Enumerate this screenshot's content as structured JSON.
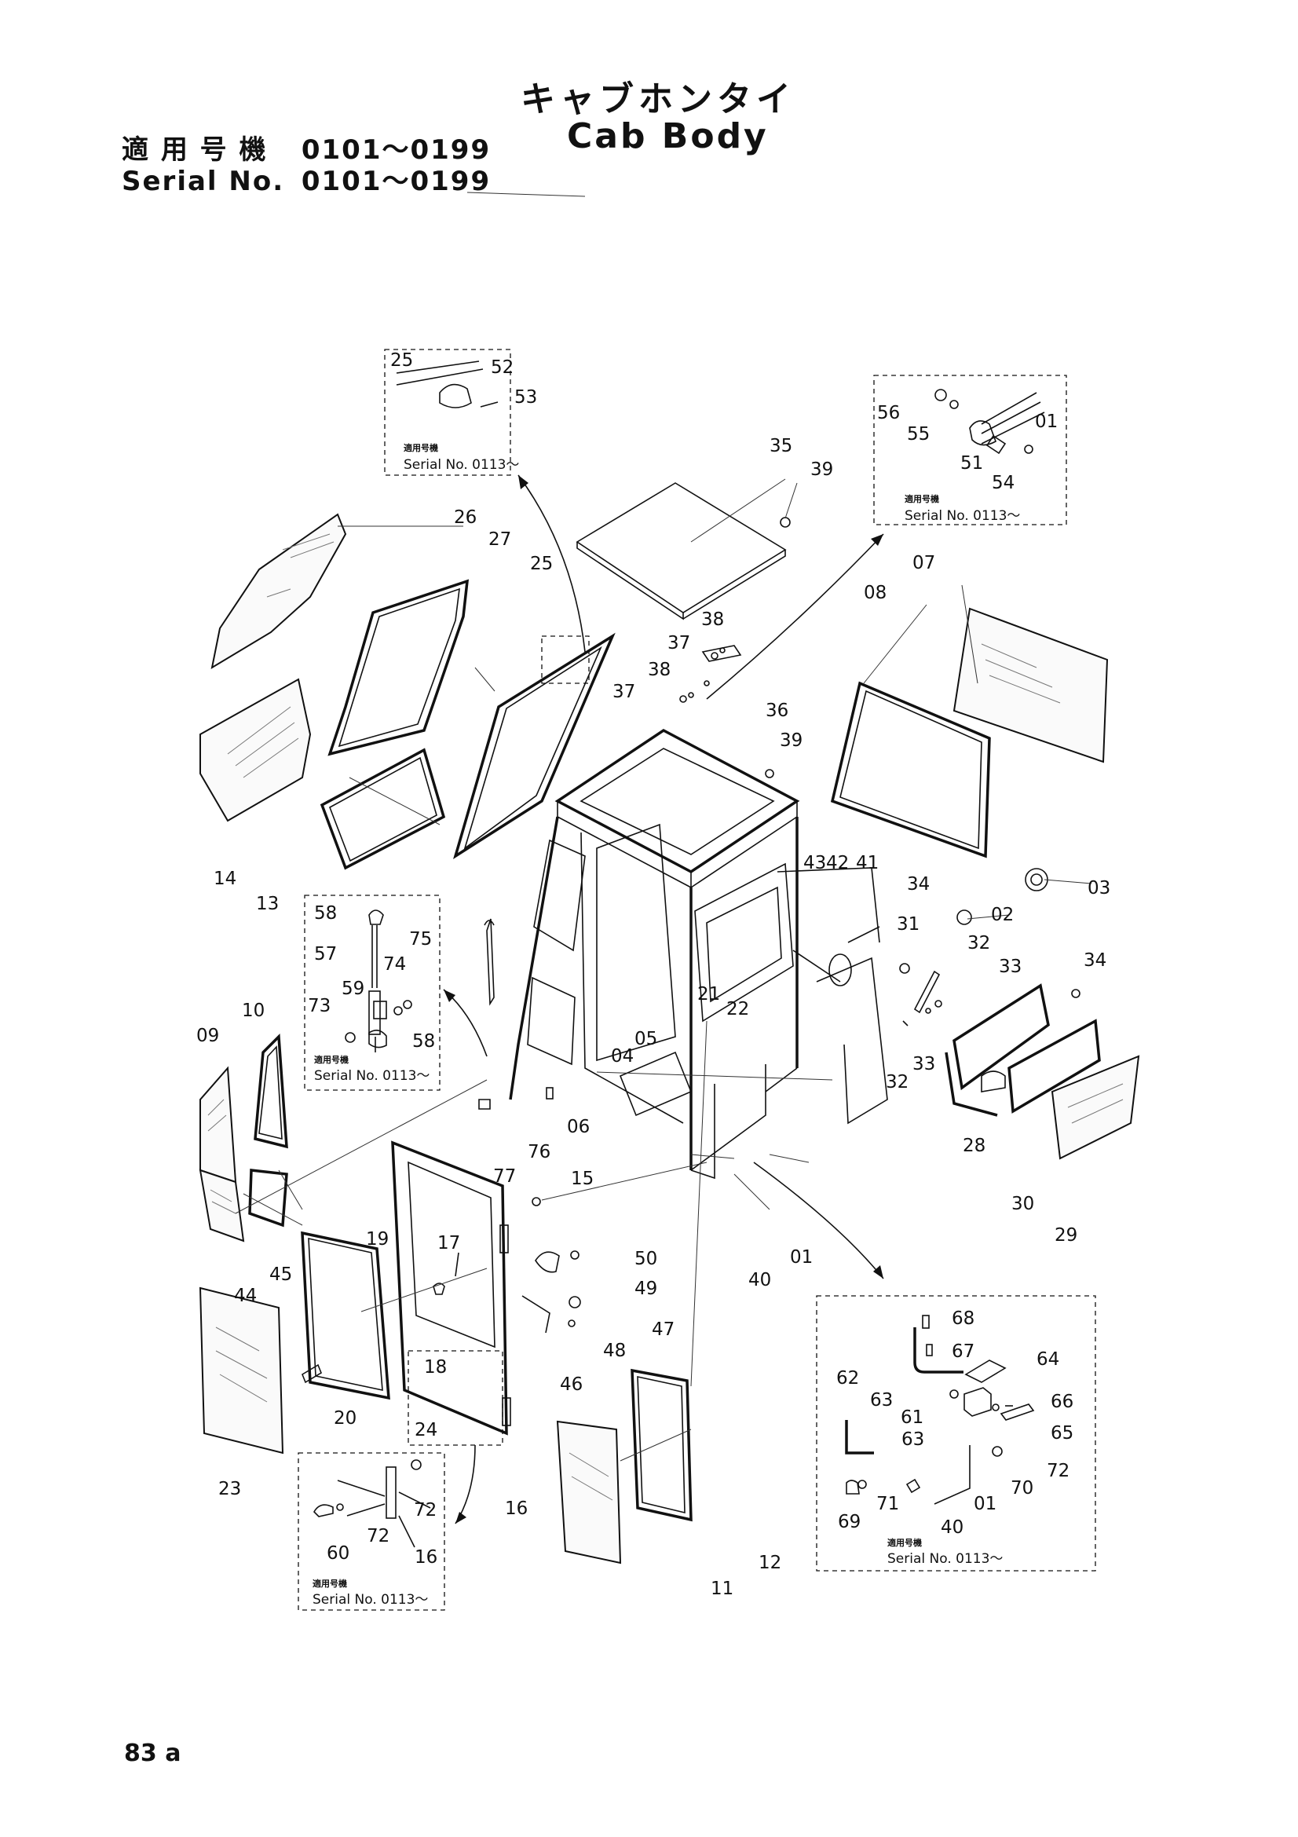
{
  "header": {
    "title_jp": "キャブホンタイ",
    "title_en": "Cab Body",
    "serial_label_jp": "適 用 号 機",
    "serial_label_en": "Serial No.",
    "serial_range": "0101～0199"
  },
  "page_number": "83 a",
  "insets": {
    "serial_label_jp": "適用号機",
    "serial_text": "Serial No. 0113～"
  },
  "part_numbers": [
    "01",
    "02",
    "03",
    "04",
    "05",
    "06",
    "07",
    "08",
    "09",
    "10",
    "11",
    "12",
    "13",
    "14",
    "15",
    "16",
    "17",
    "18",
    "19",
    "20",
    "21",
    "22",
    "23",
    "24",
    "25",
    "26",
    "27",
    "28",
    "29",
    "30",
    "31",
    "32",
    "33",
    "34",
    "35",
    "36",
    "37",
    "38",
    "39",
    "40",
    "41",
    "42",
    "43",
    "44",
    "45",
    "46",
    "47",
    "48",
    "49",
    "50",
    "51",
    "52",
    "53",
    "54",
    "55",
    "56",
    "57",
    "58",
    "59",
    "60",
    "61",
    "62",
    "63",
    "64",
    "65",
    "66",
    "67",
    "68",
    "69",
    "70",
    "71",
    "72",
    "73",
    "74",
    "75",
    "76",
    "77"
  ]
}
